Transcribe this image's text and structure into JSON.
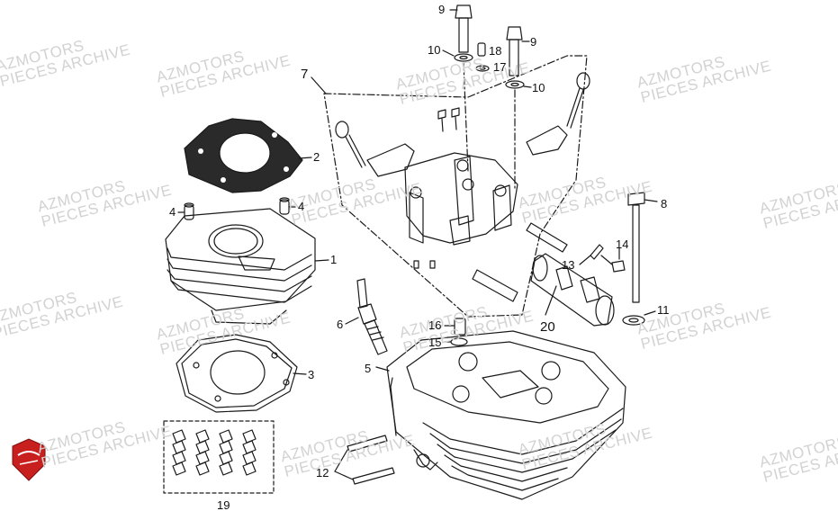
{
  "watermark": {
    "line1": "AZMOTORS",
    "line2": "PIECES ARCHIVE"
  },
  "callouts": [
    "1",
    "2",
    "3",
    "4",
    "4",
    "5",
    "6",
    "7",
    "8",
    "9",
    "9",
    "10",
    "10",
    "11",
    "12",
    "13",
    "14",
    "15",
    "16",
    "17",
    "18",
    "19",
    "20"
  ],
  "colors": {
    "line": "#1a1a1a",
    "watermark": "#d2d2d2",
    "logo_red": "#c8201e"
  }
}
